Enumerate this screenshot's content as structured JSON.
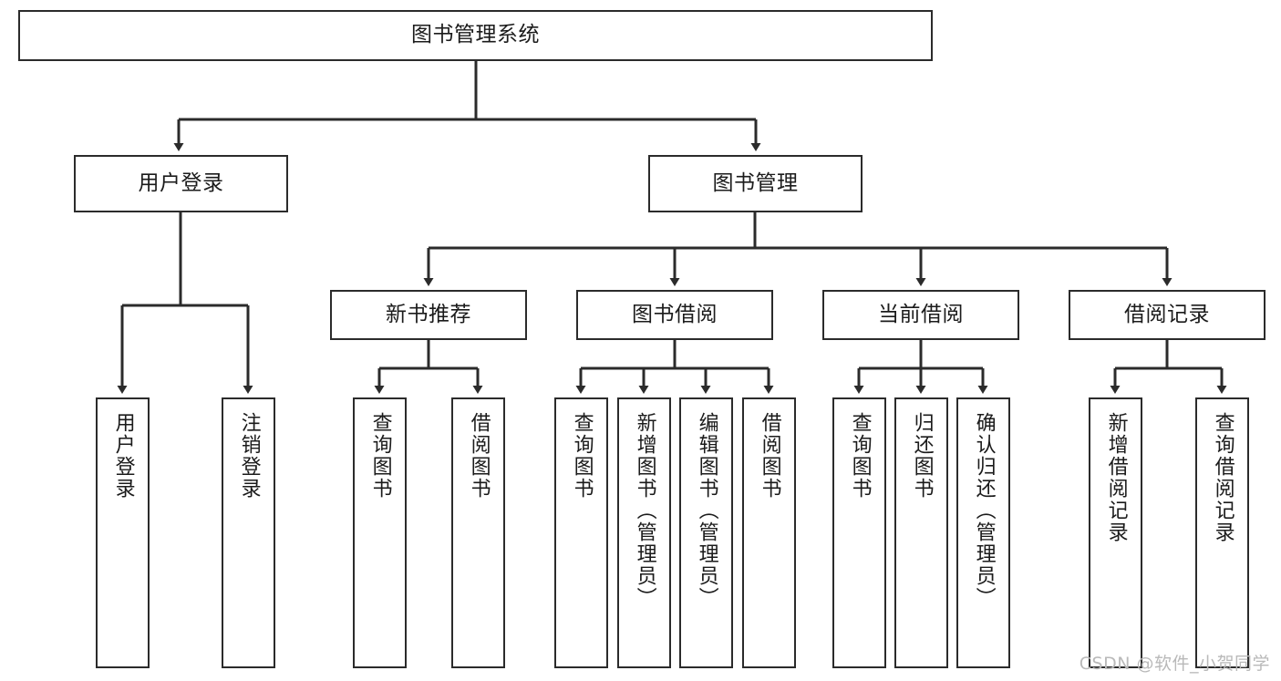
{
  "diagram": {
    "title": "图书管理系统",
    "type": "tree-hierarchy",
    "colors": {
      "box_border": "#2b2b2b",
      "box_fill": "#ffffff",
      "edge": "#2b2b2b",
      "text": "#1b1b1b",
      "watermark": "#b9b9b9",
      "background": "#ffffff"
    },
    "root": {
      "label": "图书管理系统"
    },
    "level2": [
      {
        "label": "用户登录"
      },
      {
        "label": "图书管理"
      }
    ],
    "level3": [
      {
        "label": "新书推荐"
      },
      {
        "label": "图书借阅"
      },
      {
        "label": "当前借阅"
      },
      {
        "label": "借阅记录"
      }
    ],
    "leaves": {
      "user_login": [
        {
          "label": "用户登录"
        },
        {
          "label": "注销登录"
        }
      ],
      "new_book_recommend": [
        {
          "label": "查询图书"
        },
        {
          "label": "借阅图书"
        }
      ],
      "book_borrow": [
        {
          "label": "查询图书"
        },
        {
          "label": "新增图书（管理员）"
        },
        {
          "label": "编辑图书（管理员）"
        },
        {
          "label": "借阅图书"
        }
      ],
      "current_borrow": [
        {
          "label": "查询图书"
        },
        {
          "label": "归还图书"
        },
        {
          "label": "确认归还（管理员）"
        }
      ],
      "borrow_record": [
        {
          "label": "新增借阅记录"
        },
        {
          "label": "查询借阅记录"
        }
      ]
    }
  },
  "watermark": {
    "text": "CSDN @软件_小贺同学"
  }
}
